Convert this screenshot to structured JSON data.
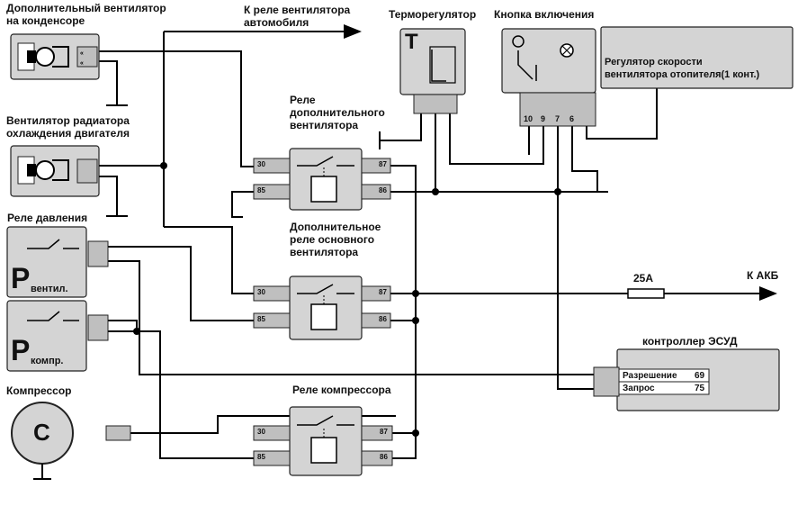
{
  "labels": {
    "cond_fan": [
      "Дополнительный вентилятор",
      "на конденсоре"
    ],
    "car_relay": [
      "К реле вентилятора",
      "автомобиля"
    ],
    "thermo": "Терморегулятор",
    "switch": "Кнопка включения",
    "heater_reg": [
      "Регулятор скорости",
      "вентилятора отопителя(1 конт.)"
    ],
    "rad_fan": [
      "Вентилятор радиатора",
      "охлаждения двигателя"
    ],
    "relay_add": [
      "Реле",
      "дополнительного",
      "вентилятора"
    ],
    "pressure_relay": "Реле давления",
    "relay_main": [
      "Дополнительное",
      "реле основного",
      "вентилятора"
    ],
    "fuse": "25А",
    "battery": "К АКБ",
    "p_fan": "вентил.",
    "p_comp": "компр.",
    "ecu": "контроллер ЭСУД",
    "compressor": "Компрессор",
    "relay_comp": "Реле компрессора"
  },
  "ecu_rows": [
    {
      "name": "Разрешение",
      "pin": "69"
    },
    {
      "name": "Запрос",
      "pin": "75"
    }
  ],
  "relay_pins": {
    "p30": "30",
    "p85": "85",
    "p87": "87",
    "p86": "86"
  },
  "switch_pins": [
    "10",
    "9",
    "7",
    "6"
  ],
  "symbols": {
    "p": "P",
    "compressor": "C",
    "thermo": "T"
  }
}
